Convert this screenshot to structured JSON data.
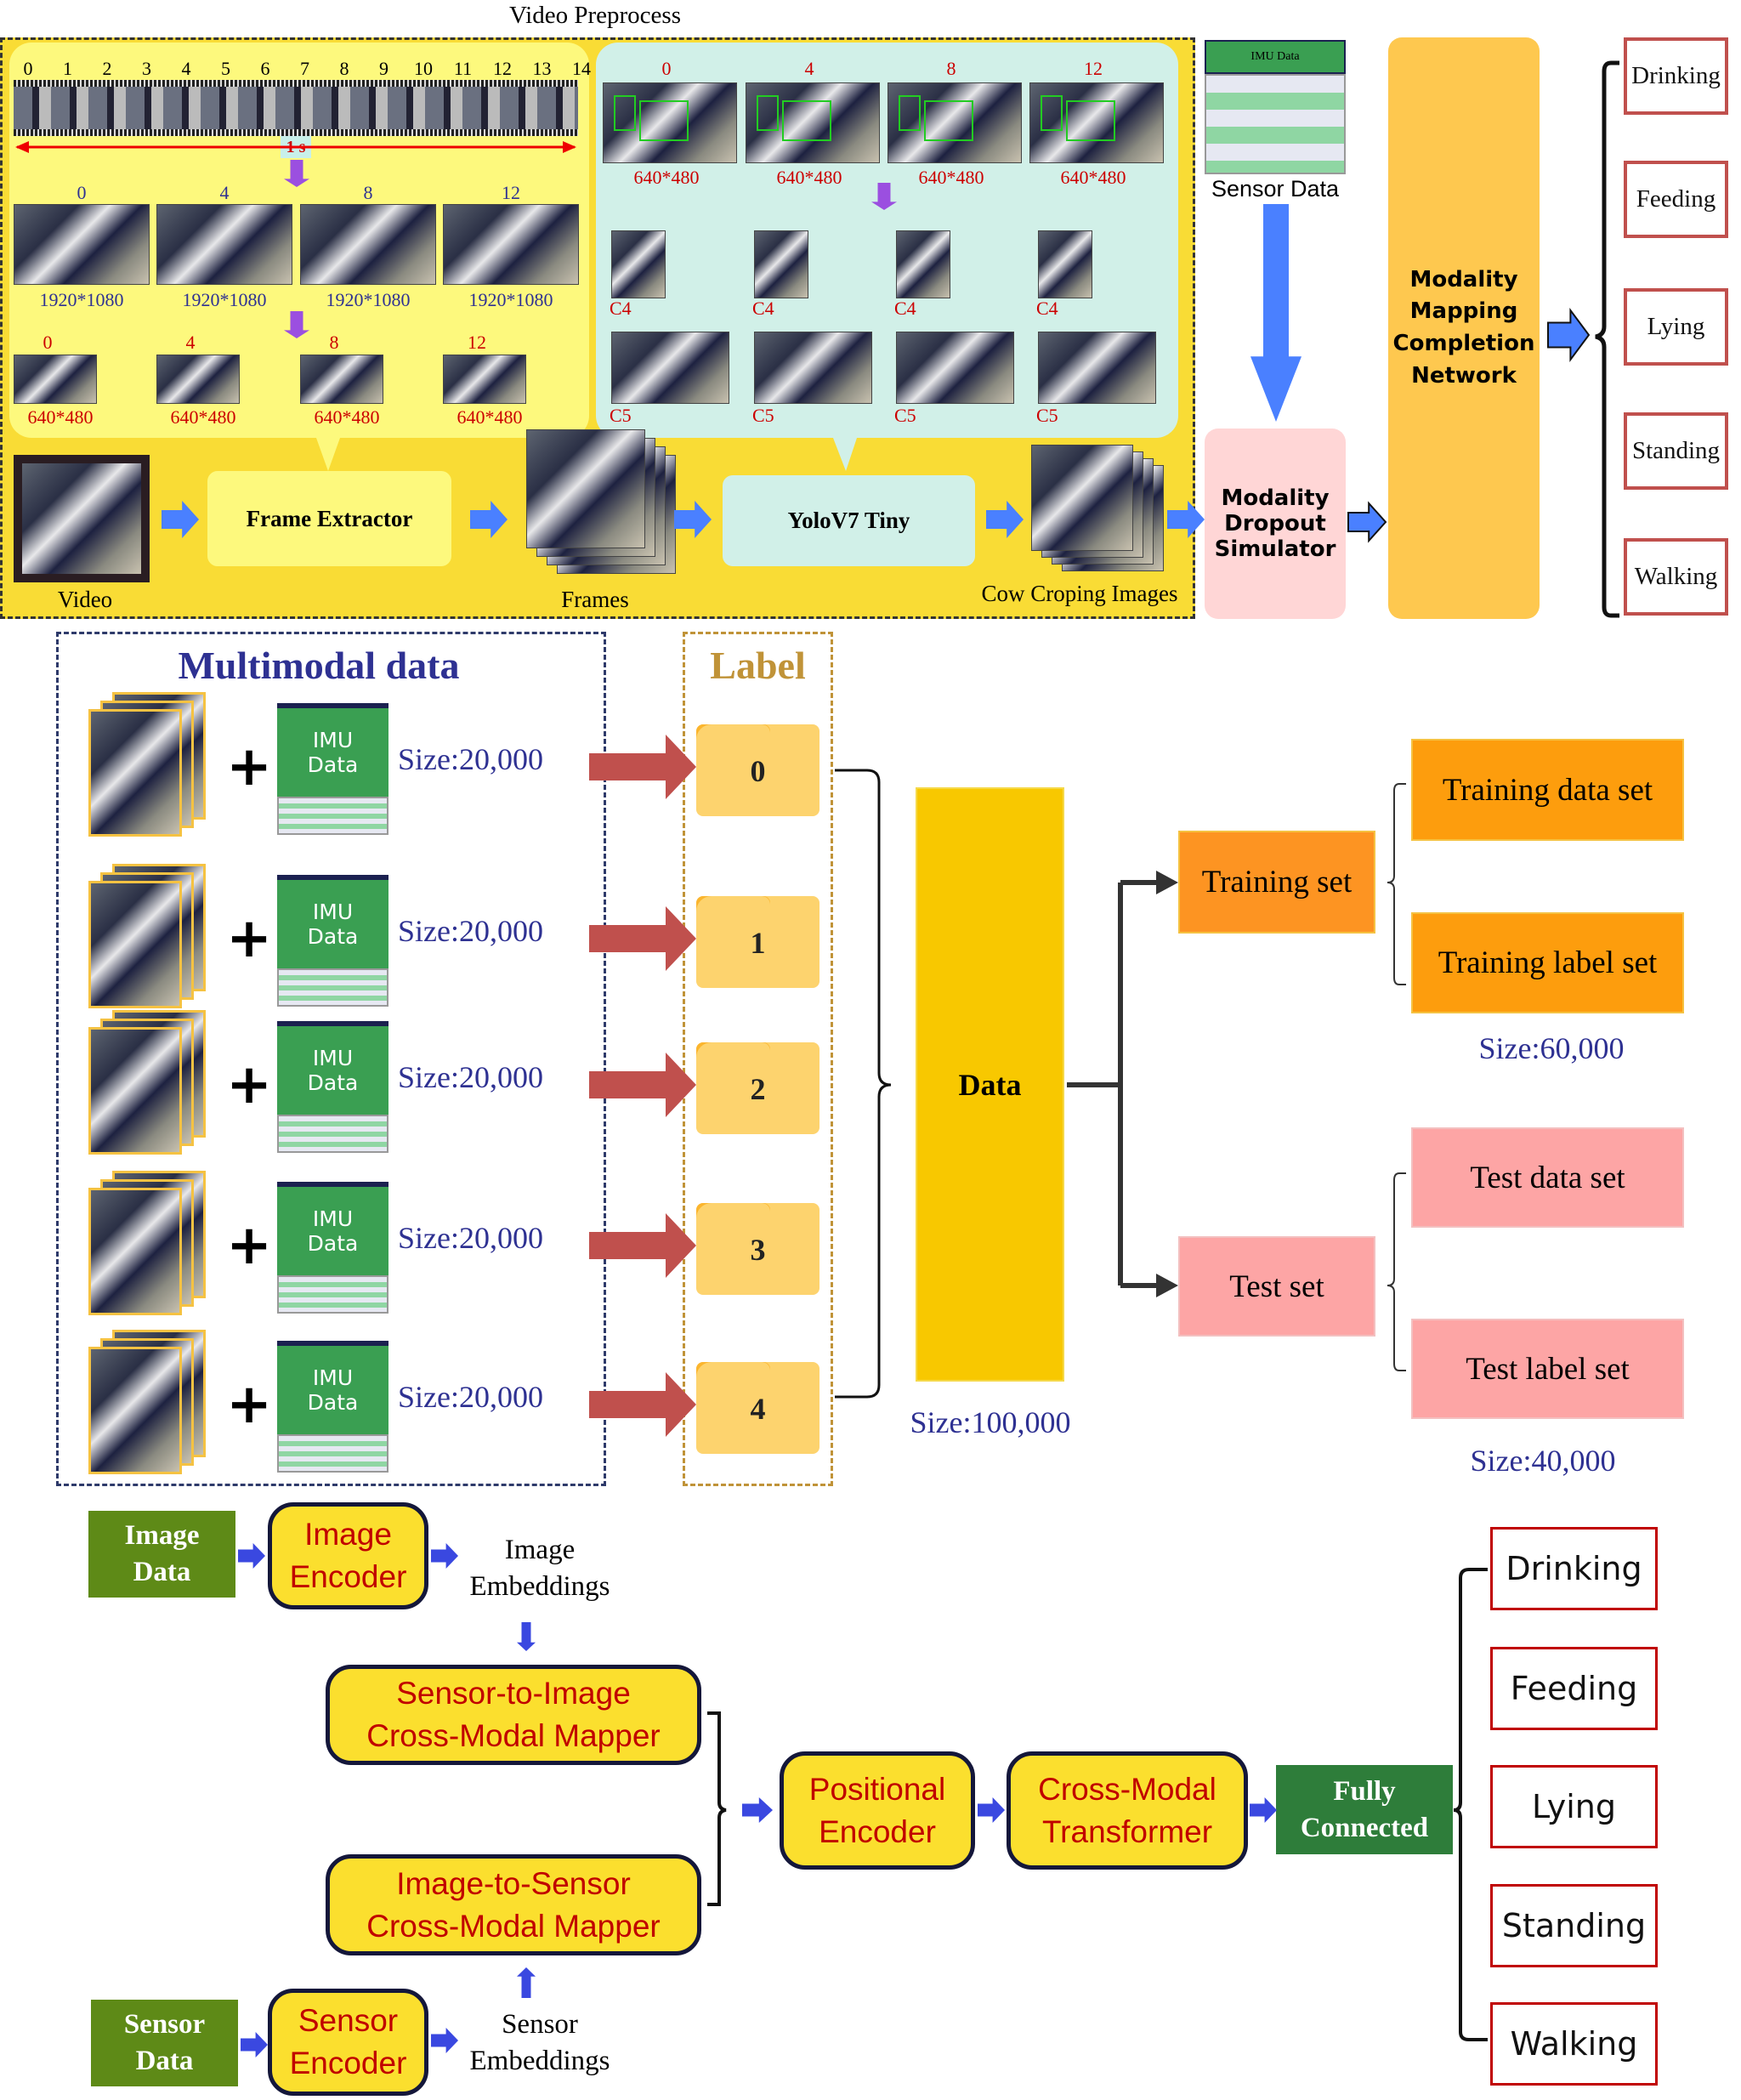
{
  "top": {
    "title": "Video Preprocess",
    "frame_indices": [
      "0",
      "1",
      "2",
      "3",
      "4",
      "5",
      "6",
      "7",
      "8",
      "9",
      "10",
      "11",
      "12",
      "13",
      "14"
    ],
    "duration_label": "1 s",
    "sampled_indices": [
      "0",
      "4",
      "8",
      "12"
    ],
    "full_res_label": "1920*1080",
    "low_res_label": "640*480",
    "crop_labels": {
      "c4": "C4",
      "c5": "C5"
    },
    "pipeline": {
      "video": "Video",
      "frame_extractor": "Frame Extractor",
      "frames": "Frames",
      "yolo": "YoloV7 Tiny",
      "cow_crops": "Cow Croping Images"
    },
    "sensor": {
      "table_header": "IMU Data",
      "label": "Sensor Data"
    },
    "dropout": "Modality Dropout Simulator",
    "mapping": "Modality Mapping Completion Network",
    "activities": [
      "Drinking",
      "Feeding",
      "Lying",
      "Standing",
      "Walking"
    ]
  },
  "middle": {
    "multimodal_title": "Multimodal data",
    "label_title": "Label",
    "imu_lines": [
      "IMU",
      "Data"
    ],
    "plus": "+",
    "rows": [
      {
        "size": "Size:20,000",
        "label": "0"
      },
      {
        "size": "Size:20,000",
        "label": "1"
      },
      {
        "size": "Size:20,000",
        "label": "2"
      },
      {
        "size": "Size:20,000",
        "label": "3"
      },
      {
        "size": "Size:20,000",
        "label": "4"
      }
    ],
    "data_box": "Data",
    "data_size": "Size:100,000",
    "training_set": "Training set",
    "test_set": "Test set",
    "training_data_set": "Training data set",
    "training_label_set": "Training label set",
    "training_size": "Size:60,000",
    "test_data_set": "Test data set",
    "test_label_set": "Test label set",
    "test_size": "Size:40,000"
  },
  "bottom": {
    "image_data": [
      "Image",
      "Data"
    ],
    "image_encoder": [
      "Image",
      "Encoder"
    ],
    "image_embeddings": [
      "Image",
      "Embeddings"
    ],
    "sensor_to_image": [
      "Sensor-to-Image",
      "Cross-Modal Mapper"
    ],
    "image_to_sensor": [
      "Image-to-Sensor",
      "Cross-Modal Mapper"
    ],
    "sensor_data": [
      "Sensor",
      "Data"
    ],
    "sensor_encoder": [
      "Sensor",
      "Encoder"
    ],
    "sensor_embeddings": [
      "Sensor",
      "Embeddings"
    ],
    "positional_encoder": [
      "Positional",
      "Encoder"
    ],
    "transformer": [
      "Cross-Modal",
      "Transformer"
    ],
    "fully_connected": [
      "Fully",
      "Connected"
    ],
    "activities": [
      "Drinking",
      "Feeding",
      "Lying",
      "Standing",
      "Walking"
    ]
  },
  "colors": {
    "outer_yellow": "#f9dc35",
    "light_yellow": "#fdf97d",
    "cyan_panel": "#d1f0e8",
    "arrow_blue": "#4a80ff",
    "dropout_pink": "#ffd6d6",
    "mapping_orange": "#fec84f",
    "imu_green": "#3a9f52",
    "label_gold": "#c09338",
    "multimodal_navy": "#2e3192",
    "red_arrow": "#c0504d",
    "data_yellow": "#f8c800",
    "training_orange": "#fd9422",
    "test_pink": "#fda5a5",
    "olive_green": "#5e8a17",
    "fc_green": "#2e7d3a",
    "module_yellow": "#fbdf2e",
    "module_text_red": "#c00000"
  }
}
